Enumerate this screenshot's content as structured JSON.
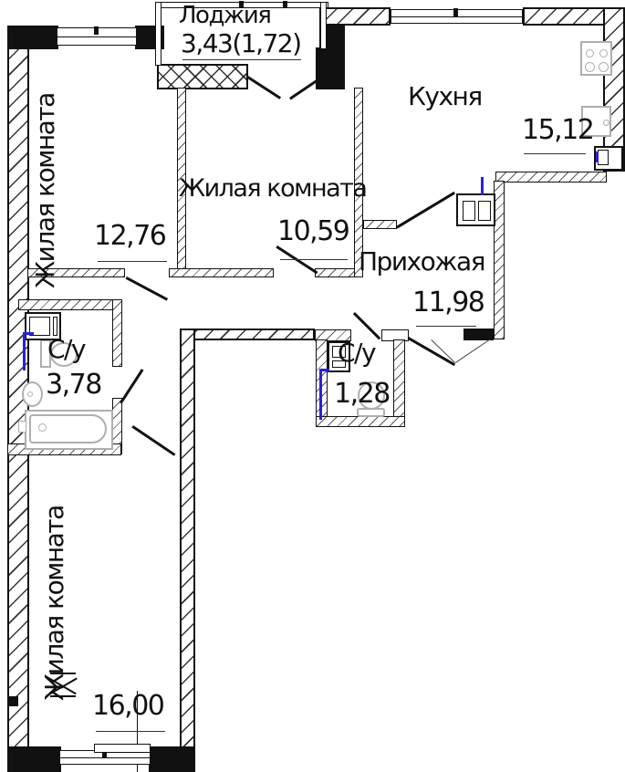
{
  "drawing": {
    "type": "apartment floor plan",
    "language": "ru"
  },
  "colors": {
    "line": "#111111",
    "fixture_grey": "#aeaeae",
    "riser_blue": "#2b20d9"
  },
  "rooms": {
    "loggia": {
      "name": "Лоджия",
      "area": "3,43(1,72)"
    },
    "kitchen": {
      "name": "Кухня",
      "area": "15,12"
    },
    "living1": {
      "name": "Жилая комната",
      "area": "12,76"
    },
    "living2": {
      "name": "Жилая комната",
      "area": "10,59"
    },
    "hall": {
      "name": "Прихожая",
      "area": "11,98"
    },
    "bath": {
      "name": "С/у",
      "area": "3,78"
    },
    "wc": {
      "name": "С/у",
      "area": "1,28"
    },
    "living3": {
      "name": "Жилая комната",
      "area": "16,00"
    }
  },
  "fixtures": {
    "stove": "stove-icon",
    "kitchen_sink": "sink-icon",
    "bathtub": "bathtub-icon",
    "toilet": "toilet-icon",
    "washer": "washing-machine-icon",
    "basin": "wash-basin-icon",
    "shaft": "ventilation-shaft-icon",
    "radiator": "radiator-icon"
  }
}
